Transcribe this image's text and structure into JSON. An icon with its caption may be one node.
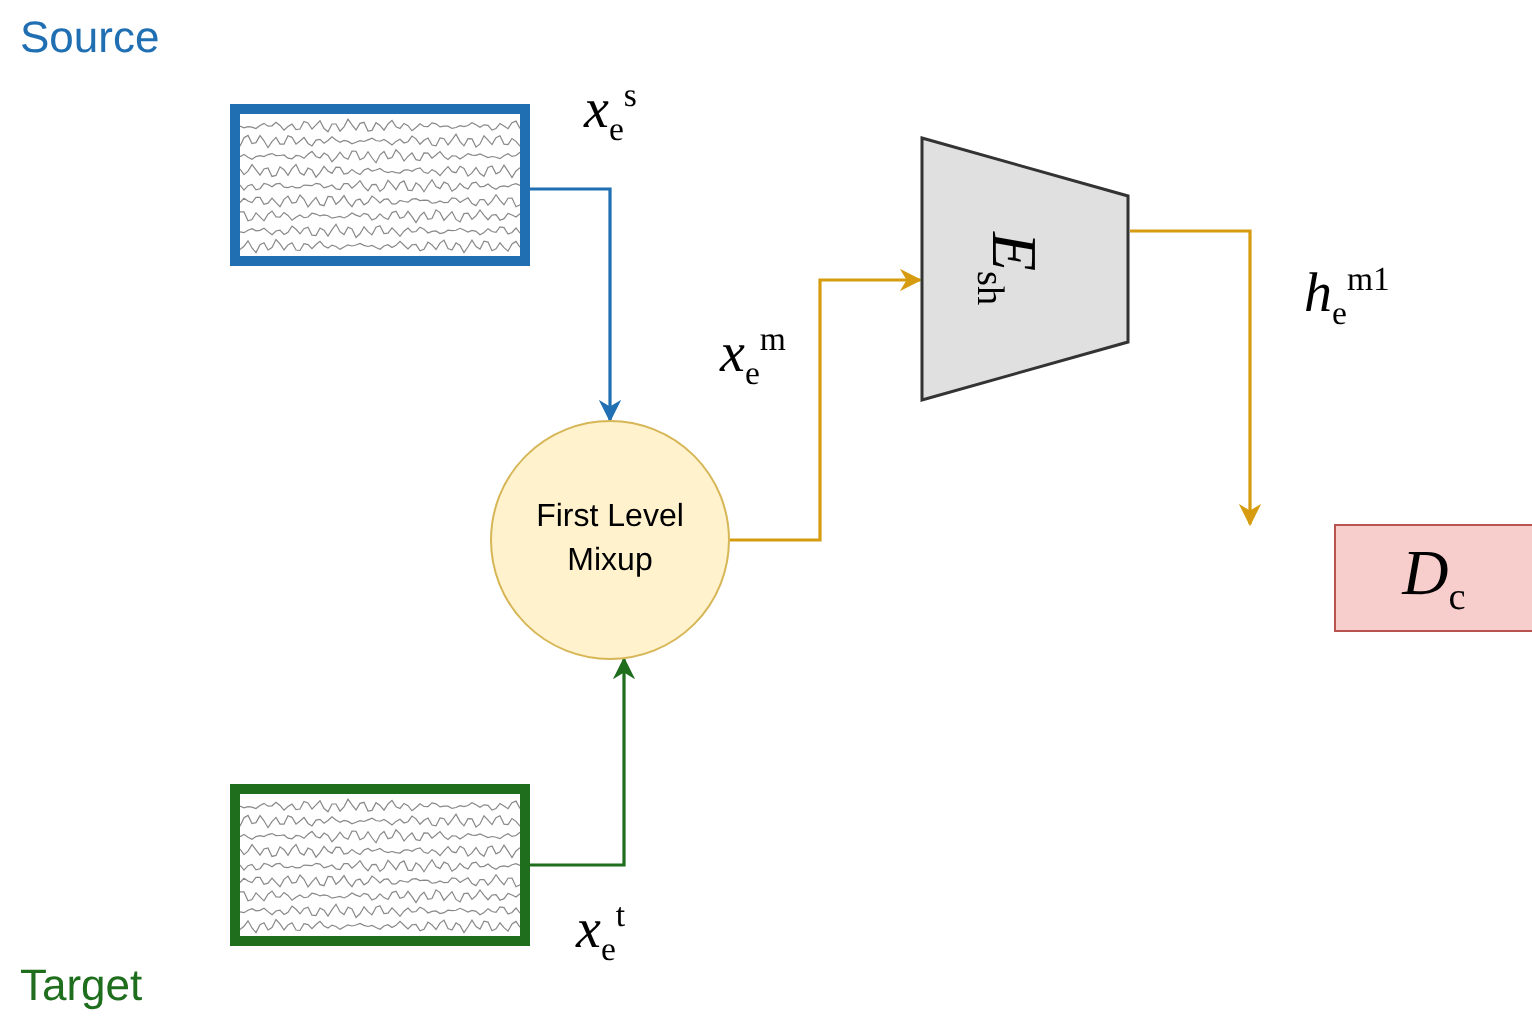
{
  "diagram": {
    "nodes": [
      {
        "text": [],
        "shape": "picture"
      },
      {
        "text": [
          "First Level Mixup"
        ]
      },
      {
        "text": [],
        "shape": "picture"
      },
      {
        "text": [
          "*E*$_{sh}$"
        ]
      },
      {
        "text": [
          "*D*$_{c}$"
        ]
      }
    ],
    "edges": [
      {
        "from": 0,
        "to": 1,
        "arrow": "to",
        "label": "*x*$_{e}$$^{s}$",
        "color": "#1f6fb2"
      },
      {
        "from": 2,
        "to": 1,
        "arrow": "to",
        "label": "*x*$_{e}$$^{t}$",
        "color": "#1e6e1e"
      },
      {
        "from": 1,
        "to": 3,
        "arrow": "to",
        "label": "*x*$_{e}$$^{m}$",
        "color": "#d69b0e"
      },
      {
        "from": 3,
        "to": 4,
        "arrow": "to",
        "label": "*h*$_{e}$$^{m1}$",
        "color": "#d69b0e"
      }
    ],
    "labels": [
      "Source",
      "Target"
    ]
  }
}
